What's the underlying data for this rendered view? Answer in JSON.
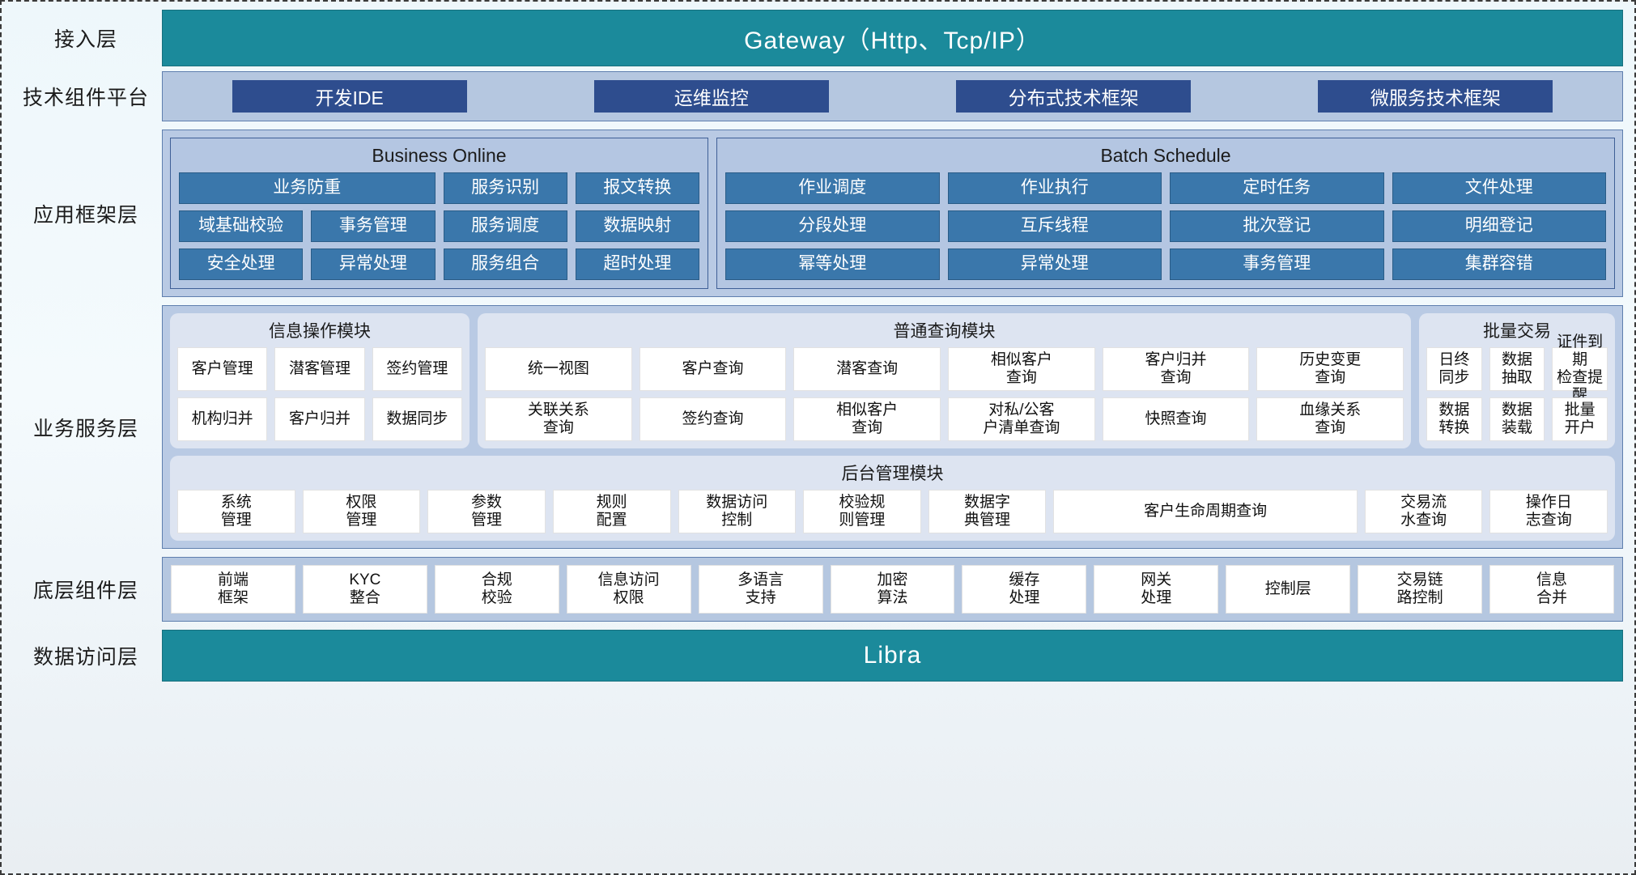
{
  "layers": {
    "access": {
      "label": "接入层",
      "band": "Gateway（Http、Tcp/IP）"
    },
    "tech_platform": {
      "label": "技术组件平台",
      "buttons": [
        "开发IDE",
        "运维监控",
        "分布式技术框架",
        "微服务技术框架"
      ]
    },
    "app_framework": {
      "label": "应用框架层",
      "groups": [
        {
          "title": "Business Online",
          "rows": [
            [
              {
                "text": "业务防重",
                "span": 2
              },
              {
                "text": "服务识别",
                "span": 1
              },
              {
                "text": "报文转换",
                "span": 1
              }
            ],
            [
              {
                "text": "域基础校验",
                "span": 1
              },
              {
                "text": "事务管理",
                "span": 1
              },
              {
                "text": "服务调度",
                "span": 1
              },
              {
                "text": "数据映射",
                "span": 1
              }
            ],
            [
              {
                "text": "安全处理",
                "span": 1
              },
              {
                "text": "异常处理",
                "span": 1
              },
              {
                "text": "服务组合",
                "span": 1
              },
              {
                "text": "超时处理",
                "span": 1
              }
            ]
          ]
        },
        {
          "title": "Batch Schedule",
          "rows": [
            [
              {
                "text": "作业调度",
                "span": 1
              },
              {
                "text": "作业执行",
                "span": 1
              },
              {
                "text": "定时任务",
                "span": 1
              },
              {
                "text": "文件处理",
                "span": 1
              }
            ],
            [
              {
                "text": "分段处理",
                "span": 1
              },
              {
                "text": "互斥线程",
                "span": 1
              },
              {
                "text": "批次登记",
                "span": 1
              },
              {
                "text": "明细登记",
                "span": 1
              }
            ],
            [
              {
                "text": "幂等处理",
                "span": 1
              },
              {
                "text": "异常处理",
                "span": 1
              },
              {
                "text": "事务管理",
                "span": 1
              },
              {
                "text": "集群容错",
                "span": 1
              }
            ]
          ]
        }
      ]
    },
    "business_service": {
      "label": "业务服务层",
      "info_module": {
        "title": "信息操作模块",
        "rows": [
          [
            "客户管理",
            "潜客管理",
            "签约管理"
          ],
          [
            "机构归并",
            "客户归并",
            "数据同步"
          ]
        ]
      },
      "query_module": {
        "title": "普通查询模块",
        "rows": [
          [
            "统一视图",
            "客户查询",
            "潜客查询",
            "相似客户\n查询",
            "客户归并\n查询",
            "历史变更\n查询"
          ],
          [
            "关联关系\n查询",
            "签约查询",
            "相似客户\n查询",
            "对私/公客\n户清单查询",
            "快照查询",
            "血缘关系\n查询"
          ]
        ]
      },
      "batch_module": {
        "title": "批量交易",
        "rows": [
          [
            "日终\n同步",
            "数据\n抽取",
            "证件到期\n检查提醒"
          ],
          [
            "数据\n转换",
            "数据\n装载",
            "批量\n开户"
          ]
        ]
      },
      "admin_module": {
        "title": "后台管理模块",
        "cells": [
          {
            "text": "系统\n管理",
            "wide": false
          },
          {
            "text": "权限\n管理",
            "wide": false
          },
          {
            "text": "参数\n管理",
            "wide": false
          },
          {
            "text": "规则\n配置",
            "wide": false
          },
          {
            "text": "数据访问\n控制",
            "wide": false
          },
          {
            "text": "校验规\n则管理",
            "wide": false
          },
          {
            "text": "数据字\n典管理",
            "wide": false
          },
          {
            "text": "客户生命周期查询",
            "wide": true
          },
          {
            "text": "交易流\n水查询",
            "wide": false
          },
          {
            "text": "操作日\n志查询",
            "wide": false
          }
        ]
      }
    },
    "base_component": {
      "label": "底层组件层",
      "cells": [
        "前端\n框架",
        "KYC\n整合",
        "合规\n校验",
        "信息访问\n权限",
        "多语言\n支持",
        "加密\n算法",
        "缓存\n处理",
        "网关\n处理",
        "控制层",
        "交易链\n路控制",
        "信息\n合并"
      ]
    },
    "data_access": {
      "label": "数据访问层",
      "band": "Libra"
    }
  },
  "colors": {
    "teal": "#1b8a9b",
    "dark_blue_button": "#2e4d8e",
    "chip_blue": "#3a77ab",
    "panel_blue": "#b9cae4",
    "module_bg": "#dde4f1",
    "cell_white": "#ffffff"
  }
}
